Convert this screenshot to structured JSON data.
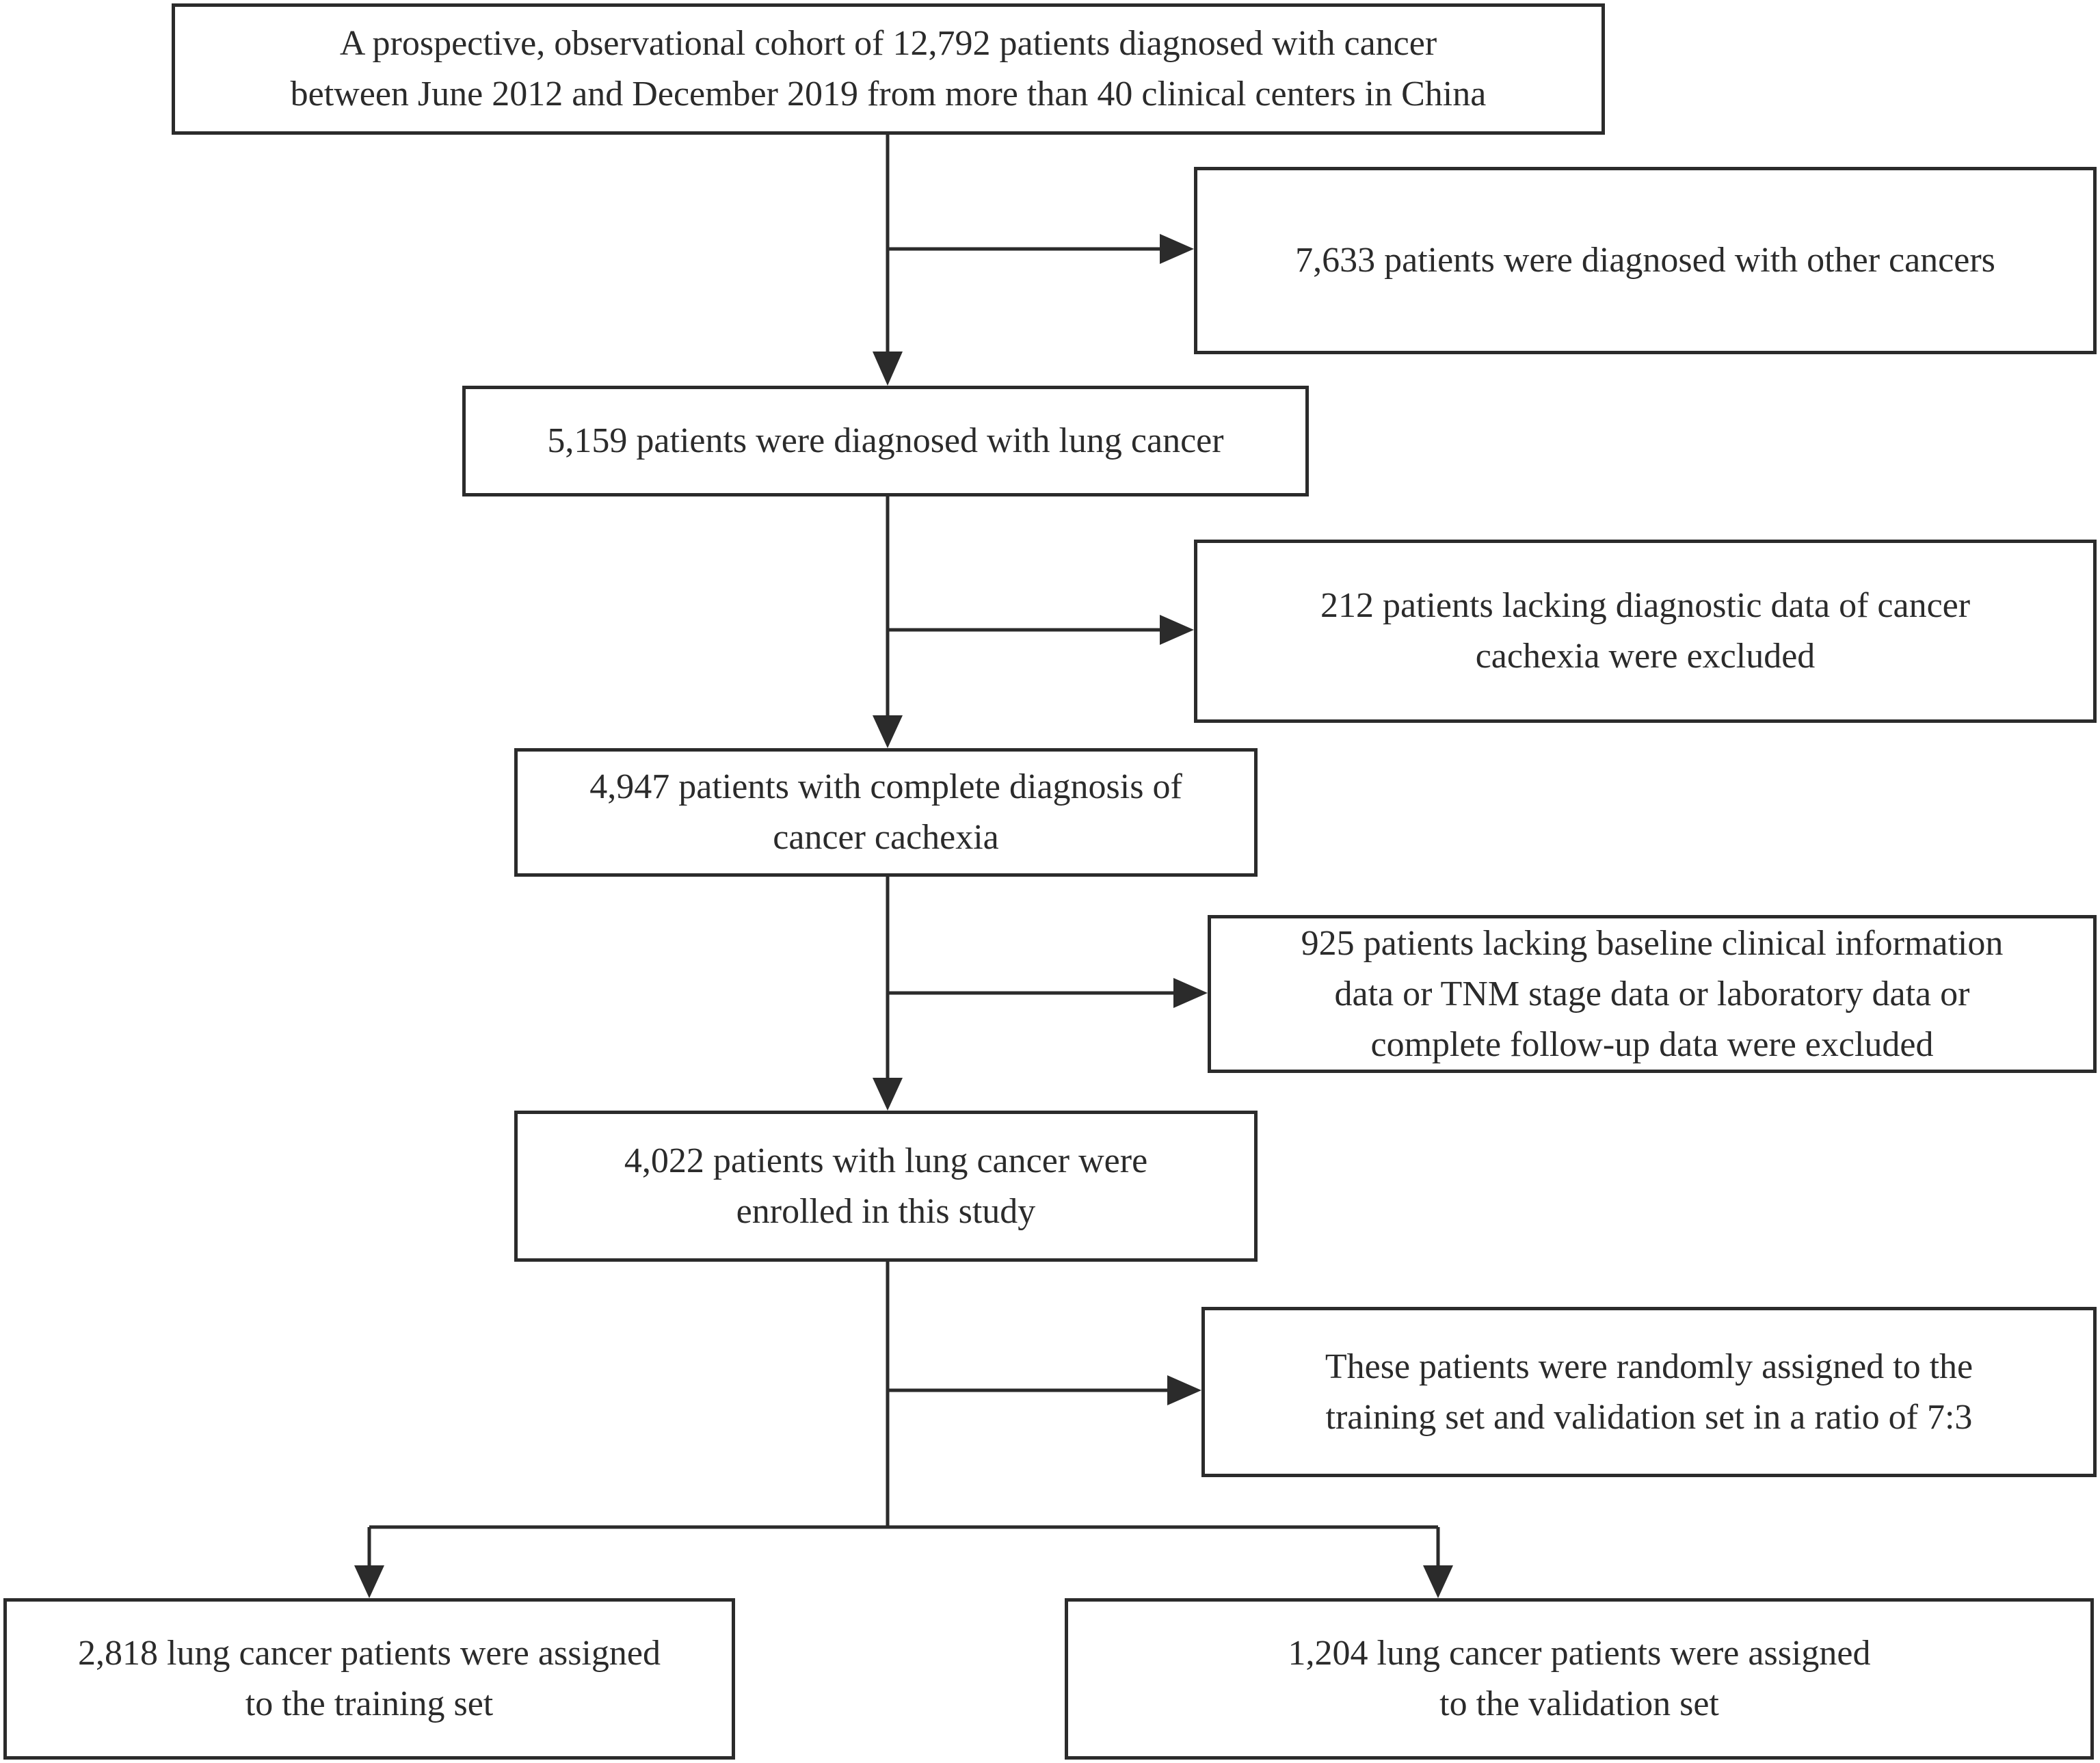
{
  "flowchart": {
    "boxes": {
      "cohort": {
        "lines": [
          "A prospective, observational cohort of 12,792 patients diagnosed with cancer",
          "between June 2012 and December 2019 from more than 40 clinical centers in China"
        ]
      },
      "other_cancers": {
        "lines": [
          "7,633 patients were diagnosed with other cancers"
        ]
      },
      "lung_cancer": {
        "lines": [
          "5,159 patients were diagnosed with lung cancer"
        ]
      },
      "lacking_diagnostic": {
        "lines": [
          "212 patients lacking diagnostic data of cancer",
          "cachexia were excluded"
        ]
      },
      "complete_diagnosis": {
        "lines": [
          "4,947 patients with complete diagnosis of",
          "cancer cachexia"
        ]
      },
      "lacking_baseline": {
        "lines": [
          "925 patients lacking baseline clinical information",
          "data or TNM stage data or laboratory data or",
          "complete follow-up data were excluded"
        ]
      },
      "enrolled": {
        "lines": [
          "4,022 patients with lung cancer were",
          "enrolled in this study"
        ]
      },
      "randomization": {
        "lines": [
          "These patients were randomly assigned to the",
          "training set and validation set in a ratio of 7:3"
        ]
      },
      "training_set": {
        "lines": [
          "2,818 lung cancer patients were assigned",
          "to the training set"
        ]
      },
      "validation_set": {
        "lines": [
          "1,204 lung cancer patients were assigned",
          "to the validation set"
        ]
      }
    },
    "colors": {
      "stroke": "#2b2b2b",
      "text": "#2b2b2b",
      "background": "#ffffff"
    }
  }
}
